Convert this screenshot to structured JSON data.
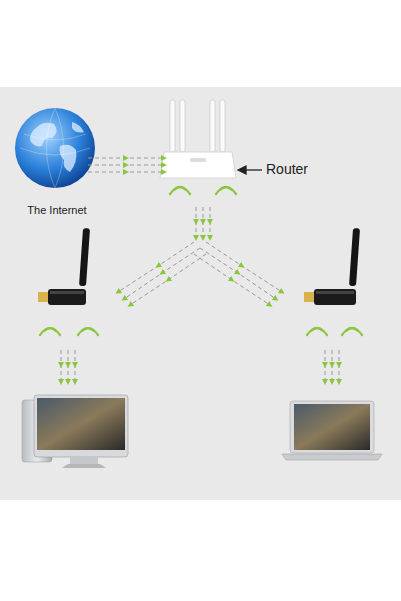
{
  "diagram": {
    "nodes": [
      {
        "text": [
          "The Internet"
        ]
      },
      {
        "text": [
          "Router"
        ]
      }
    ],
    "edges": [
      {
        "from": 0,
        "to": 1,
        "arrow": "to"
      }
    ]
  }
}
